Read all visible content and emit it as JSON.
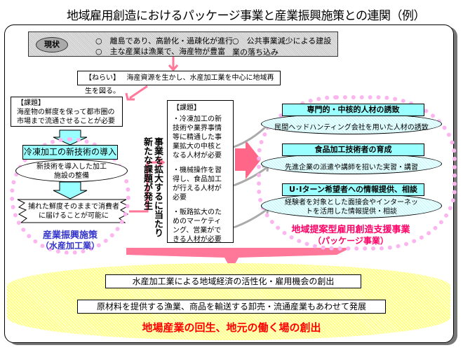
{
  "title": "地域雇用創造におけるパッケージ事業と産業振興施策との連関（例）",
  "status": {
    "label": "現状",
    "items": [
      "○　離島であり、高齢化・過疎化が進行",
      "○　公共事業減少による建設業の落ち込み",
      "○　主な産業は漁業で、海産物が豊富"
    ]
  },
  "aim": {
    "label": "【ねらい】",
    "text": "海産資源を生かし、水産加工業を中心に地域再生を図る。"
  },
  "left": {
    "issue_label": "【課題】",
    "issue_text": "海産物の鮮度を保って都市圏の市場まで流通させることが必要",
    "tech": "冷凍加工の新技術の導入",
    "facility": "新技術を導入した加工施設の整備",
    "result": "捕れた鮮度そのままで消費者に届けることが可能に",
    "policy": "産業振興施策",
    "policy_sub": "（水産加工業）"
  },
  "vertical": {
    "line1": "事業を拡大するに当たり",
    "line2": "新たな課題が発生"
  },
  "right_issue": {
    "label": "【課題】",
    "items": [
      "・冷凍加工の新技術や業界事情等に精通した事業拡大の中核となる人材が必要",
      "・機械操作を習得し、食品加工が行える人材が必要",
      "・販路拡大のためのマーケティング、営業ができる人材が必要"
    ]
  },
  "package": {
    "items": [
      {
        "title": "専門的・中核的人材の誘致",
        "desc": "民間ヘッドハンティング会社を用いた人材の誘致"
      },
      {
        "title": "食品加工技術者の育成",
        "desc": "先進企業の派遣や講師を招いた実習・講習"
      },
      {
        "title": "U･Iターン希望者への情報提供、相談",
        "desc": "経験者を対象とした面接会やインターネットを活用した情報提供・相談"
      }
    ],
    "name": "地域提案型雇用創造支援事業",
    "name_sub": "（パッケージ事業）"
  },
  "bottom": {
    "line1": "水産加工業による地域経済の活性化・雇用機会の創出",
    "line2": "原材料を提供する漁業、商品を輸送する卸売・流通産業もあわせて発展",
    "conclusion": "地場産業の回生、地元の働く場の創出"
  },
  "colors": {
    "accent_pink": "#ff6699",
    "cyan": "#99ffff",
    "policy_blue": "#3333cc",
    "package_magenta": "#ff0066",
    "conclusion_red": "#ff0000"
  }
}
